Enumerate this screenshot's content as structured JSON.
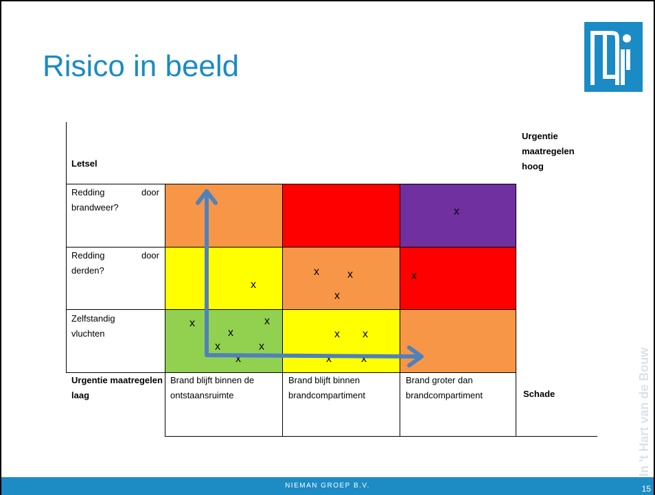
{
  "title": "Risico in beeld",
  "footer": {
    "company": "NIEMAN GROEP B.V.",
    "page_number": "15"
  },
  "side_text": "In 't Hart van de Bouw",
  "logo": {
    "name": "nieman-logo",
    "color": "#1a8bc4"
  },
  "matrix": {
    "y_axis_label": "Letsel",
    "top_right_label": "Urgentie maatregelen hoog",
    "bottom_left_label": "Urgentie maatregelen laag",
    "x_axis_label": "Schade",
    "rows": [
      "Redding door brandweer?",
      "Redding door derden?",
      "Zelfstandig vluchten"
    ],
    "columns": [
      "Brand blijft binnen de ontstaansruimte",
      "Brand blijft binnen brandcompartiment",
      "Brand groter dan brandcompartiment"
    ],
    "cell_colors": [
      [
        "#f79646",
        "#ff0000",
        "#7030a0"
      ],
      [
        "#ffff00",
        "#f79646",
        "#ff0000"
      ],
      [
        "#92d050",
        "#ffff00",
        "#f79646"
      ]
    ],
    "mark": "x",
    "arrow_color": "#4f81bd"
  }
}
